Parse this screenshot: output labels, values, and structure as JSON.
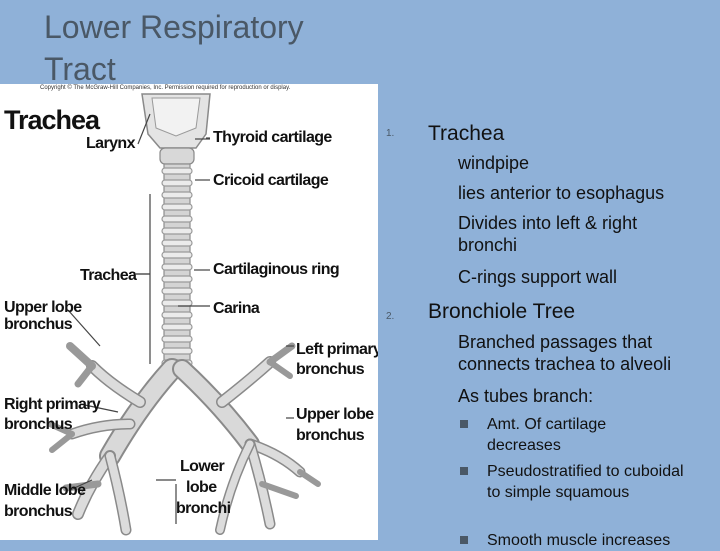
{
  "slide": {
    "title": "Lower Respiratory Tract"
  },
  "figure": {
    "copyright": "Copyright © The McGraw-Hill Companies, Inc. Permission required for reproduction or display.",
    "labels": {
      "trachea_title": "Trachea",
      "larynx": "Larynx",
      "thyroid": "Thyroid cartilage",
      "cricoid": "Cricoid cartilage",
      "trachea": "Trachea",
      "ring": "Cartilaginous ring",
      "upper_lobe_left_1": "Upper lobe",
      "upper_lobe_left_2": "bronchus",
      "carina": "Carina",
      "left_primary_1": "Left primary",
      "left_primary_2": "bronchus",
      "right_primary_1": "Right primary",
      "right_primary_2": "bronchus",
      "upper_lobe_right_1": "Upper lobe",
      "upper_lobe_right_2": "bronchus",
      "lower_1": "Lower",
      "lower_2": "lobe",
      "lower_3": "bronchi",
      "middle_1": "Middle lobe",
      "middle_2": "bronchus"
    }
  },
  "content": {
    "item1": {
      "number": "1.",
      "heading": "Trachea",
      "points": [
        "windpipe",
        "lies anterior to esophagus",
        "Divides into left & right bronchi",
        "C-rings support wall"
      ]
    },
    "item2": {
      "number": "2.",
      "heading": "Bronchiole Tree",
      "points": [
        "Branched passages that connects trachea to alveoli",
        "As tubes branch:"
      ],
      "subpoints": [
        "Amt. Of cartilage decreases",
        "Pseudostratified to cuboidal to simple squamous",
        "Smooth muscle increases"
      ]
    }
  }
}
